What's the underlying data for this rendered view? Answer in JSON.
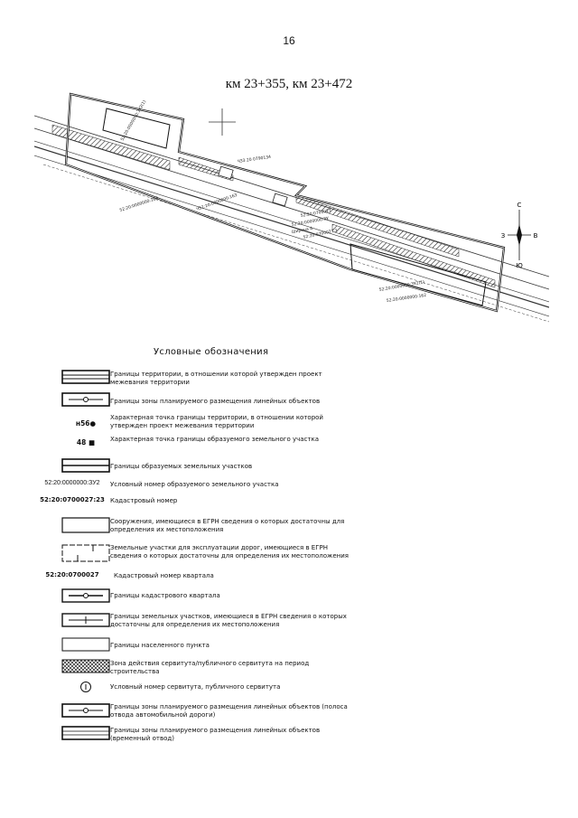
{
  "page": {
    "number": "16",
    "title": "км 23+355, км 23+472"
  },
  "map": {
    "labels": [
      "52:20:0000000:ЗУ2(1)",
      "ЧЗЗ 20 0790134",
      "52:20:0700027",
      "Ширина 4",
      "52:20:0700027:1",
      "52:20:0000000:ЗУ",
      "52:20:0000000:163",
      "Ч52:20:0000000:163",
      "52:20:0000000:162",
      "52:20:0000000:ЗУ2(1)"
    ],
    "compass": {
      "north": "С",
      "south": "Ю",
      "west": "З",
      "east": "В"
    }
  },
  "legend": {
    "heading": "Условные обозначения",
    "items": [
      {
        "symbol_text": "",
        "text": "Границы территории, в отношении которой утвержден проект межевания территории"
      },
      {
        "symbol_text": "",
        "text": "Границы зоны планируемого размещения линейных объектов"
      },
      {
        "symbol_text": "н56●",
        "text": "Характерная точка границы территории, в отношении которой утвержден проект межевания территории"
      },
      {
        "symbol_text": "48 ■",
        "text": "Характерная точка границы образуемого земельного участка"
      },
      {
        "symbol_text": "",
        "text": "Границы образуемых земельных участков"
      },
      {
        "symbol_text": "52:20:0000000:ЗУ2",
        "text": "Условный номер образуемого земельного участка"
      },
      {
        "symbol_text": "52:20:0700027:23",
        "text": "Кадастровый номер"
      },
      {
        "symbol_text": "",
        "text": "Сооружения, имеющиеся в ЕГРН сведения о которых достаточны для определения их местоположения"
      },
      {
        "symbol_text": "",
        "text": "Земельные участки для эксплуатации дорог, имеющиеся в ЕГРН сведения о которых достаточны для определения их местоположения"
      },
      {
        "symbol_text": "52:20:0700027",
        "text": "Кадастровый номер квартала"
      },
      {
        "symbol_text": "",
        "text": "Границы кадастрового квартала"
      },
      {
        "symbol_text": "",
        "text": "Границы земельных участков, имеющиеся в ЕГРН сведения о которых достаточны для определения их местоположения"
      },
      {
        "symbol_text": "",
        "text": "Границы населенного пункта"
      },
      {
        "symbol_text": "",
        "text": "Зона действия сервитута/публичного сервитута на период строительства"
      },
      {
        "symbol_text": "",
        "text": "Условный номер сервитута, публичного сервитута"
      },
      {
        "symbol_text": "",
        "text": "Границы зоны планируемого размещения линейных объектов (полоса отвода автомобильной дороги)"
      },
      {
        "symbol_text": "",
        "text": "Границы зоны планируемого размещения линейных объектов (временный отвод)"
      }
    ]
  }
}
